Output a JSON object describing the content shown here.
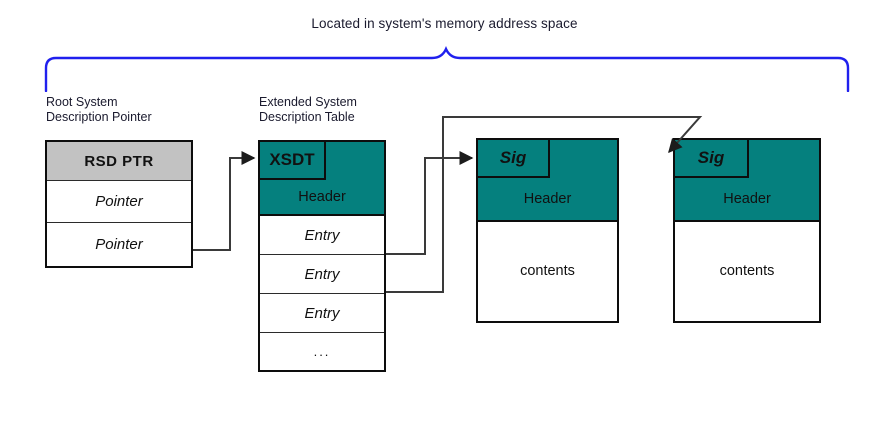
{
  "diagram": {
    "caption": "Located in system's memory address space",
    "colors": {
      "brace": "#2020ee",
      "teal_header": "#05807e",
      "gray_header": "#c2c2c2",
      "border": "#0d0d0d",
      "connector": "#3a3a3a",
      "text": "#1a1a2e"
    },
    "tables": [
      {
        "id": "rsdp",
        "label": "Root System\nDescription Pointer",
        "header_text": "RSD PTR",
        "header_style": "gray",
        "rows": [
          "Pointer",
          "Pointer"
        ]
      },
      {
        "id": "xsdt",
        "label": "Extended System\nDescription Table",
        "header_text": "XSDT",
        "header_style": "teal",
        "subheader_text": "Header",
        "rows": [
          "Entry",
          "Entry",
          "Entry",
          "..."
        ]
      },
      {
        "id": "table1",
        "label": "",
        "header_text": "Sig",
        "header_style": "teal",
        "subheader_text": "Header",
        "rows": [
          "contents"
        ]
      },
      {
        "id": "table2",
        "label": "",
        "header_text": "Sig",
        "header_style": "teal",
        "subheader_text": "Header",
        "rows": [
          "contents"
        ]
      }
    ]
  }
}
